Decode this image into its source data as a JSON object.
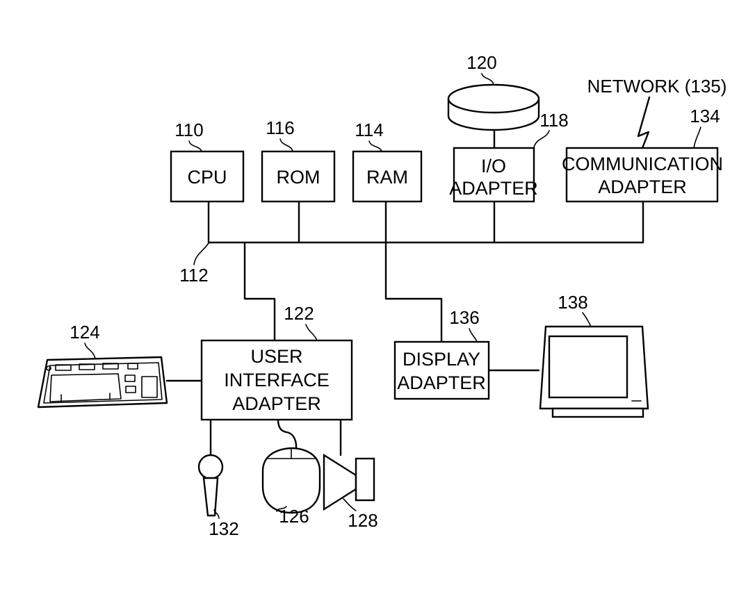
{
  "blocks": {
    "cpu": "CPU",
    "rom": "ROM",
    "ram": "RAM",
    "io_adapter": [
      "I/O",
      "ADAPTER"
    ],
    "communication_adapter": [
      "COMMUNICATION",
      "ADAPTER"
    ],
    "user_interface_adapter": [
      "USER",
      "INTERFACE",
      "ADAPTER"
    ],
    "display_adapter": [
      "DISPLAY",
      "ADAPTER"
    ]
  },
  "network_label": "NETWORK (135)",
  "refs": {
    "cpu": "110",
    "rom": "116",
    "ram": "114",
    "io_adapter": "118",
    "disk": "120",
    "communication_adapter": "134",
    "bus": "112",
    "user_interface_adapter": "122",
    "keyboard": "124",
    "microphone": "132",
    "mouse": "126",
    "speaker": "128",
    "display_adapter": "136",
    "monitor": "138"
  }
}
